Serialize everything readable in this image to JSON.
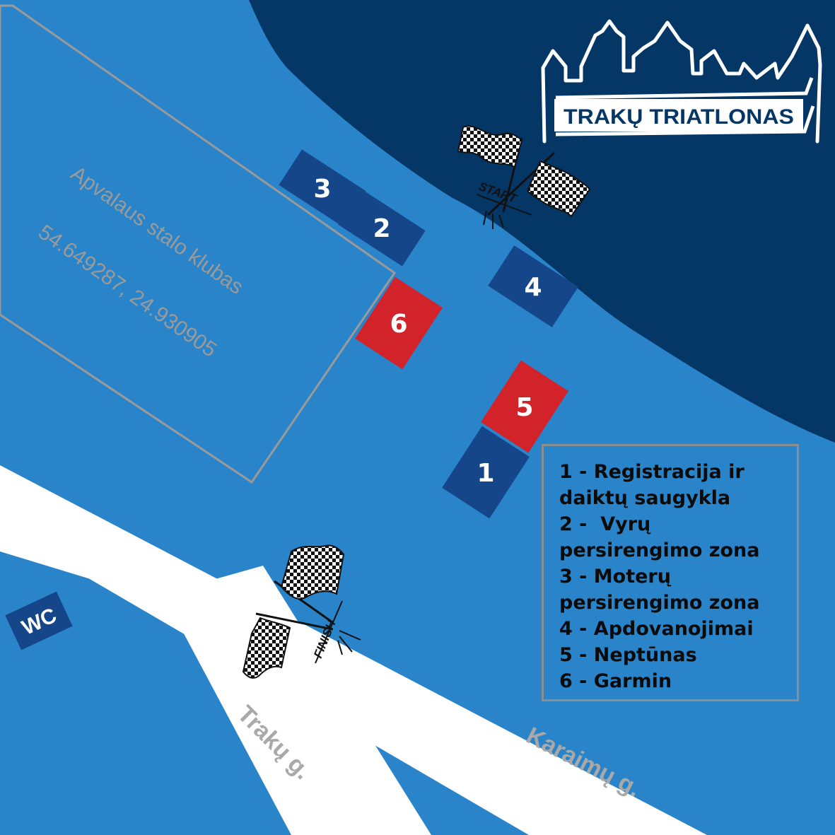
{
  "brand": {
    "name": "TRAKŲ TRIATLONAS"
  },
  "colors": {
    "background": "#2a84c9",
    "lake": "#043666",
    "zone_blue": "#15468a",
    "zone_red": "#d2232a",
    "road": "#ffffff",
    "outline_gray": "#9a9a9a",
    "street_label": "#a9a9a9",
    "legend_border": "#8e8e8e"
  },
  "venue": {
    "name": "Apvalaus stalo klubas",
    "coordinates": "54.649287, 24.930905"
  },
  "zones": [
    {
      "id": "1",
      "color": "blue"
    },
    {
      "id": "2",
      "color": "blue"
    },
    {
      "id": "3",
      "color": "blue"
    },
    {
      "id": "4",
      "color": "blue"
    },
    {
      "id": "5",
      "color": "red"
    },
    {
      "id": "6",
      "color": "red"
    }
  ],
  "markers": {
    "start": "START",
    "finish": "FINISH",
    "wc": "WC",
    "start_icon": "checkered-flags-icon",
    "finish_icon": "checkered-flags-icon"
  },
  "streets": {
    "trakai": "Trakų g.",
    "karaimu": "Karaimų g."
  },
  "legend": {
    "items": [
      "1 - Registracija ir daiktų saugykla",
      "2 -  Vyrų persirengimo zona",
      "3 - Moterų persirengimo zona",
      "4 - Apdovanojimai",
      "5 - Neptūnas",
      "6 - Garmin"
    ]
  }
}
